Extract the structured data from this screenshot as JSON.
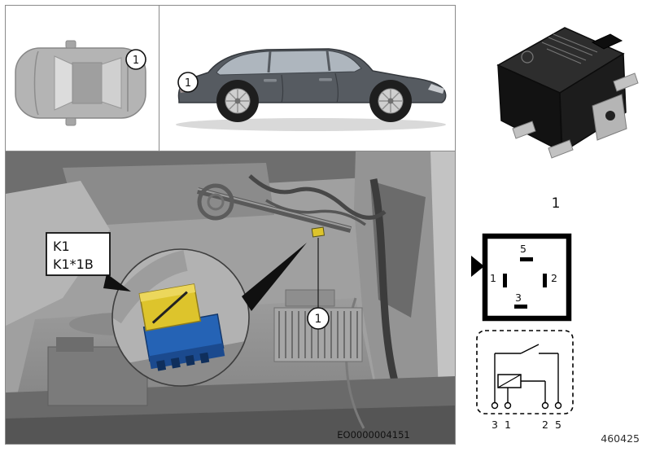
{
  "figure": {
    "image_code": "EO0000004151",
    "doc_number": "460425"
  },
  "callouts": {
    "item": "1"
  },
  "component": {
    "label_line1": "K1",
    "label_line2": "K1*1B"
  },
  "pin_diagram": {
    "pin5": "5",
    "pin1": "1",
    "pin2": "2",
    "pin3": "3"
  },
  "schematic": {
    "terminal3": "3",
    "terminal1": "1",
    "terminal2": "2",
    "terminal5": "5"
  },
  "colors": {
    "relay_highlight_yellow": "#ddc42c",
    "relay_socket_blue": "#2563b5",
    "panel_border_gray": "#8a8a8a"
  }
}
